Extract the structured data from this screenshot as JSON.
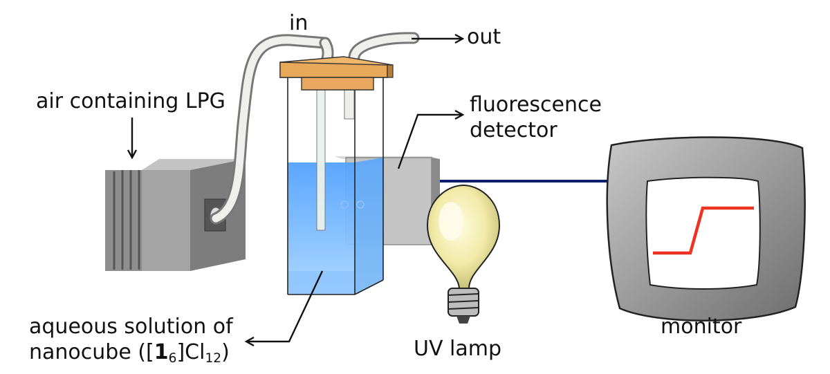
{
  "labels": {
    "inlet": "in",
    "outlet": "out",
    "air_line1": "air containing LPG",
    "detector_line1": "fluorescence",
    "detector_line2": "detector",
    "monitor": "monitor",
    "lamp": "UV lamp",
    "solution_line1": "aqueous solution of",
    "solution_pre": "nanocube ([",
    "solution_num": "1",
    "solution_sub1": "6",
    "solution_mid": "]Cl",
    "solution_sub2": "12",
    "solution_post": ")"
  },
  "colors": {
    "signal_trace": "#ee3322",
    "cable": "#0b1e6e",
    "liquid": "#5aa8ff",
    "lid_wood": "#e7a85a",
    "device_gray": "#9a9a9a"
  },
  "icons": [
    "air-pump-device",
    "tubing",
    "cuvette",
    "fluorescence-detector",
    "uv-bulb",
    "crt-monitor"
  ]
}
